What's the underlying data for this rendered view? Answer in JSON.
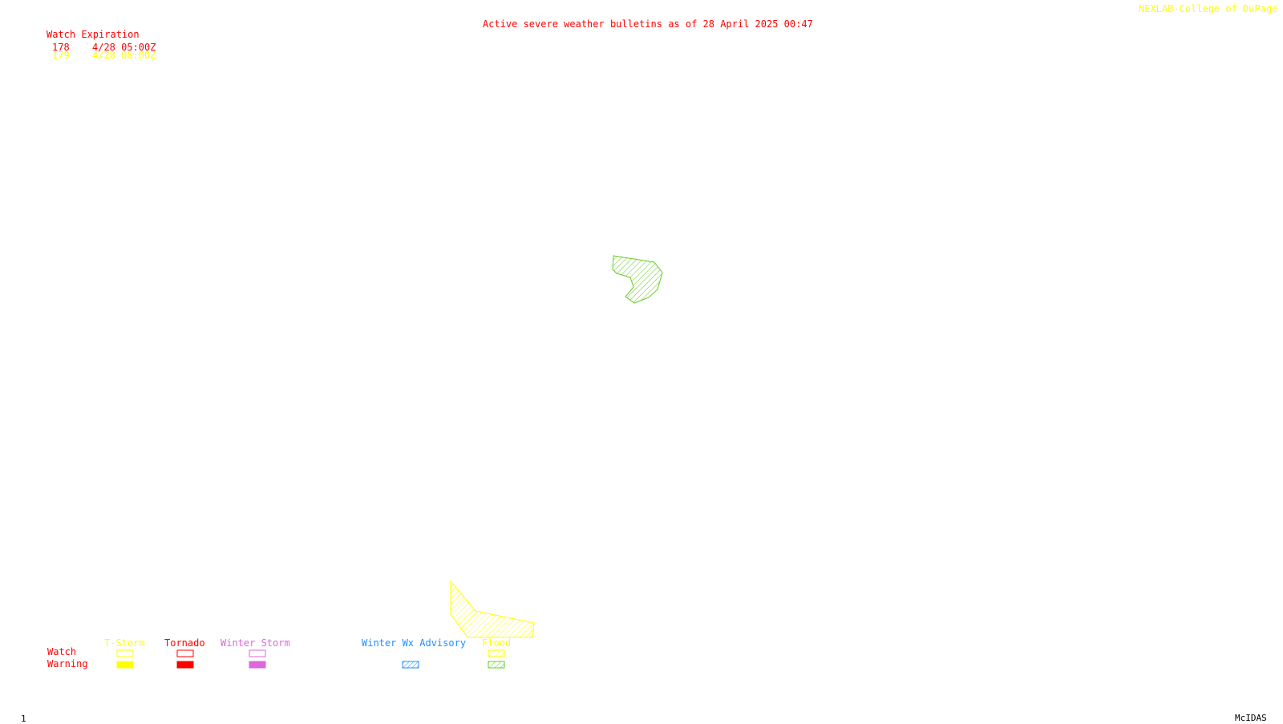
{
  "header": {
    "title": "Active severe weather bulletins as of 28 April 2025 00:47",
    "credit": "NEXLAB-College of DuPage R"
  },
  "watch_table": {
    "heading": "Watch Expiration",
    "rows": [
      {
        "id": "178",
        "expires": "4/28 05:00Z",
        "color": "#ff0000"
      },
      {
        "id": "179",
        "expires": "4/28 06:00Z",
        "color": "#ffff00"
      }
    ]
  },
  "legend": {
    "row_labels": {
      "watch": "Watch",
      "warning": "Warning"
    },
    "categories": [
      {
        "name": "T-Storm",
        "color": "#ffff00",
        "watch_style": "outline",
        "warning_style": "filled"
      },
      {
        "name": "Tornado",
        "color": "#ff0000",
        "watch_style": "outline",
        "warning_style": "filled"
      },
      {
        "name": "Winter Storm",
        "color": "#dd66dd",
        "watch_style": "outline",
        "warning_style": "filled"
      },
      {
        "name": "Winter Wx Advisory",
        "color": "#1e90ff",
        "watch_style": "none",
        "warning_style": "hatched"
      },
      {
        "name": "Flood",
        "color": "#ffff00",
        "watch_style": "hatched",
        "warning_style": "hatched",
        "warning_color": "#66cc22"
      }
    ]
  },
  "map_features": [
    {
      "type": "flood-warning-polygon",
      "color": "#66cc22",
      "pattern": "hatched"
    },
    {
      "type": "tstorm-watch-polygon",
      "color": "#ffff00",
      "pattern": "hatched"
    }
  ],
  "footer": {
    "frame_number": "1",
    "software": "McIDAS"
  }
}
